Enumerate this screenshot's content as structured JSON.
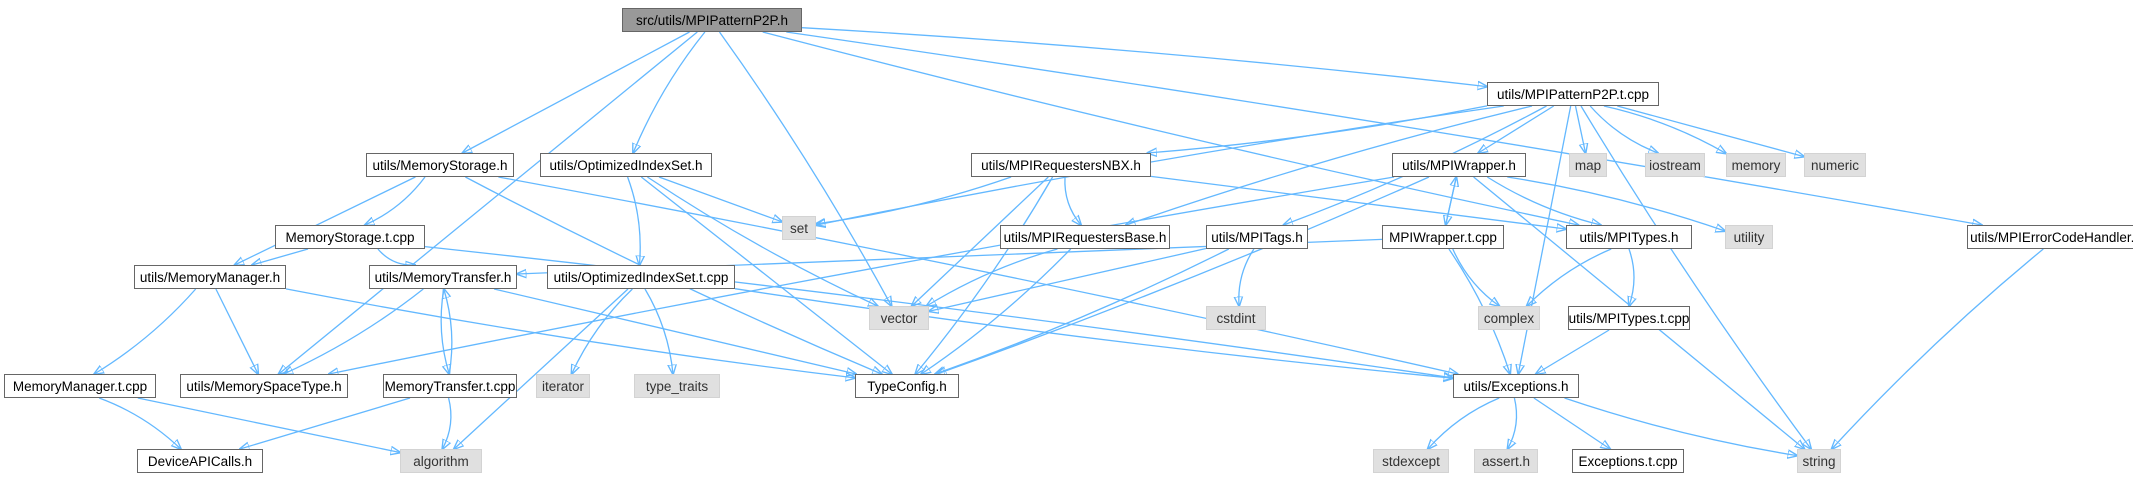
{
  "graph": {
    "nodes": [
      {
        "id": "root",
        "label": "src/utils/MPIPatternP2P.h",
        "kind": "root"
      },
      {
        "id": "p2pt",
        "label": "utils/MPIPatternP2P.t.cpp",
        "kind": "local"
      },
      {
        "id": "memstor",
        "label": "utils/MemoryStorage.h",
        "kind": "local"
      },
      {
        "id": "optidx",
        "label": "utils/OptimizedIndexSet.h",
        "kind": "local"
      },
      {
        "id": "nbx",
        "label": "utils/MPIRequestersNBX.h",
        "kind": "local"
      },
      {
        "id": "mpiwrap",
        "label": "utils/MPIWrapper.h",
        "kind": "local"
      },
      {
        "id": "map",
        "label": "map",
        "kind": "system"
      },
      {
        "id": "iostream",
        "label": "iostream",
        "kind": "system"
      },
      {
        "id": "memory",
        "label": "memory",
        "kind": "system"
      },
      {
        "id": "numeric",
        "label": "numeric",
        "kind": "system"
      },
      {
        "id": "set",
        "label": "set",
        "kind": "system"
      },
      {
        "id": "memstort",
        "label": "MemoryStorage.t.cpp",
        "kind": "local"
      },
      {
        "id": "reqbase",
        "label": "utils/MPIRequestersBase.h",
        "kind": "local"
      },
      {
        "id": "mpitags",
        "label": "utils/MPITags.h",
        "kind": "local"
      },
      {
        "id": "mpiwrapt",
        "label": "MPIWrapper.t.cpp",
        "kind": "local"
      },
      {
        "id": "mpitypes",
        "label": "utils/MPITypes.h",
        "kind": "local"
      },
      {
        "id": "utility",
        "label": "utility",
        "kind": "system"
      },
      {
        "id": "errh",
        "label": "utils/MPIErrorCodeHandler.h",
        "kind": "local"
      },
      {
        "id": "memmgr",
        "label": "utils/MemoryManager.h",
        "kind": "local"
      },
      {
        "id": "memxfer",
        "label": "utils/MemoryTransfer.h",
        "kind": "local"
      },
      {
        "id": "optidxt",
        "label": "utils/OptimizedIndexSet.t.cpp",
        "kind": "local"
      },
      {
        "id": "vector",
        "label": "vector",
        "kind": "system"
      },
      {
        "id": "cstdint",
        "label": "cstdint",
        "kind": "system"
      },
      {
        "id": "complex",
        "label": "complex",
        "kind": "system"
      },
      {
        "id": "mpitypest",
        "label": "utils/MPITypes.t.cpp",
        "kind": "local"
      },
      {
        "id": "memmgrt",
        "label": "MemoryManager.t.cpp",
        "kind": "local"
      },
      {
        "id": "memspace",
        "label": "utils/MemorySpaceType.h",
        "kind": "local"
      },
      {
        "id": "memxfert",
        "label": "MemoryTransfer.t.cpp",
        "kind": "local"
      },
      {
        "id": "iterator",
        "label": "iterator",
        "kind": "system"
      },
      {
        "id": "typetraits",
        "label": "type_traits",
        "kind": "system"
      },
      {
        "id": "typeconfig",
        "label": "TypeConfig.h",
        "kind": "local"
      },
      {
        "id": "exceptions",
        "label": "utils/Exceptions.h",
        "kind": "local"
      },
      {
        "id": "deviceapi",
        "label": "DeviceAPICalls.h",
        "kind": "local"
      },
      {
        "id": "algorithm",
        "label": "algorithm",
        "kind": "system"
      },
      {
        "id": "stdexcept",
        "label": "stdexcept",
        "kind": "system"
      },
      {
        "id": "asserth",
        "label": "assert.h",
        "kind": "system"
      },
      {
        "id": "exct",
        "label": "Exceptions.t.cpp",
        "kind": "local"
      },
      {
        "id": "string",
        "label": "string",
        "kind": "system"
      }
    ],
    "edges": [
      [
        "root",
        "p2pt"
      ],
      [
        "root",
        "memstor"
      ],
      [
        "root",
        "optidx"
      ],
      [
        "root",
        "vector"
      ],
      [
        "root",
        "memspace"
      ],
      [
        "root",
        "mpitypes"
      ],
      [
        "root",
        "errh"
      ],
      [
        "p2pt",
        "map"
      ],
      [
        "p2pt",
        "iostream"
      ],
      [
        "p2pt",
        "memory"
      ],
      [
        "p2pt",
        "numeric"
      ],
      [
        "p2pt",
        "set"
      ],
      [
        "p2pt",
        "nbx"
      ],
      [
        "p2pt",
        "mpiwrap"
      ],
      [
        "p2pt",
        "reqbase"
      ],
      [
        "p2pt",
        "mpitags"
      ],
      [
        "p2pt",
        "exceptions"
      ],
      [
        "p2pt",
        "string"
      ],
      [
        "memstor",
        "memstort"
      ],
      [
        "memstor",
        "memmgr"
      ],
      [
        "memstor",
        "typeconfig"
      ],
      [
        "memstor",
        "exceptions"
      ],
      [
        "memstort",
        "memmgr"
      ],
      [
        "memstort",
        "memxfer"
      ],
      [
        "memstort",
        "exceptions"
      ],
      [
        "optidx",
        "set"
      ],
      [
        "optidx",
        "vector"
      ],
      [
        "optidx",
        "optidxt"
      ],
      [
        "optidx",
        "typeconfig"
      ],
      [
        "optidxt",
        "iterator"
      ],
      [
        "optidxt",
        "typetraits"
      ],
      [
        "optidxt",
        "algorithm"
      ],
      [
        "optidxt",
        "exceptions"
      ],
      [
        "nbx",
        "set"
      ],
      [
        "nbx",
        "vector"
      ],
      [
        "nbx",
        "reqbase"
      ],
      [
        "nbx",
        "typeconfig"
      ],
      [
        "nbx",
        "mpitypes"
      ],
      [
        "reqbase",
        "vector"
      ],
      [
        "reqbase",
        "typeconfig"
      ],
      [
        "mpitags",
        "vector"
      ],
      [
        "mpitags",
        "cstdint"
      ],
      [
        "mpitags",
        "typeconfig"
      ],
      [
        "mpiwrap",
        "mpiwrapt"
      ],
      [
        "mpiwrap",
        "mpitypes"
      ],
      [
        "mpiwrap",
        "utility"
      ],
      [
        "mpiwrap",
        "string"
      ],
      [
        "mpiwrap",
        "memspace"
      ],
      [
        "mpiwrap",
        "typeconfig"
      ],
      [
        "mpiwrapt",
        "mpiwrap"
      ],
      [
        "mpiwrapt",
        "complex"
      ],
      [
        "mpiwrapt",
        "exceptions"
      ],
      [
        "mpiwrapt",
        "memxfer"
      ],
      [
        "mpitypes",
        "complex"
      ],
      [
        "mpitypes",
        "mpitypest"
      ],
      [
        "mpitypest",
        "exceptions"
      ],
      [
        "errh",
        "string"
      ],
      [
        "memmgr",
        "memmgrt"
      ],
      [
        "memmgr",
        "memspace"
      ],
      [
        "memmgr",
        "typeconfig"
      ],
      [
        "memmgrt",
        "deviceapi"
      ],
      [
        "memmgrt",
        "algorithm"
      ],
      [
        "memxfer",
        "memxfert"
      ],
      [
        "memxfer",
        "memspace"
      ],
      [
        "memxfer",
        "typeconfig"
      ],
      [
        "memxfert",
        "memxfer"
      ],
      [
        "memxfert",
        "algorithm"
      ],
      [
        "memxfert",
        "deviceapi"
      ],
      [
        "exceptions",
        "stdexcept"
      ],
      [
        "exceptions",
        "asserth"
      ],
      [
        "exceptions",
        "exct"
      ],
      [
        "exceptions",
        "string"
      ]
    ]
  },
  "colors": {
    "edge": "#63b8ff",
    "local_fill": "#ffffff",
    "system_fill": "#e0e0e0",
    "root_fill": "#999999"
  }
}
